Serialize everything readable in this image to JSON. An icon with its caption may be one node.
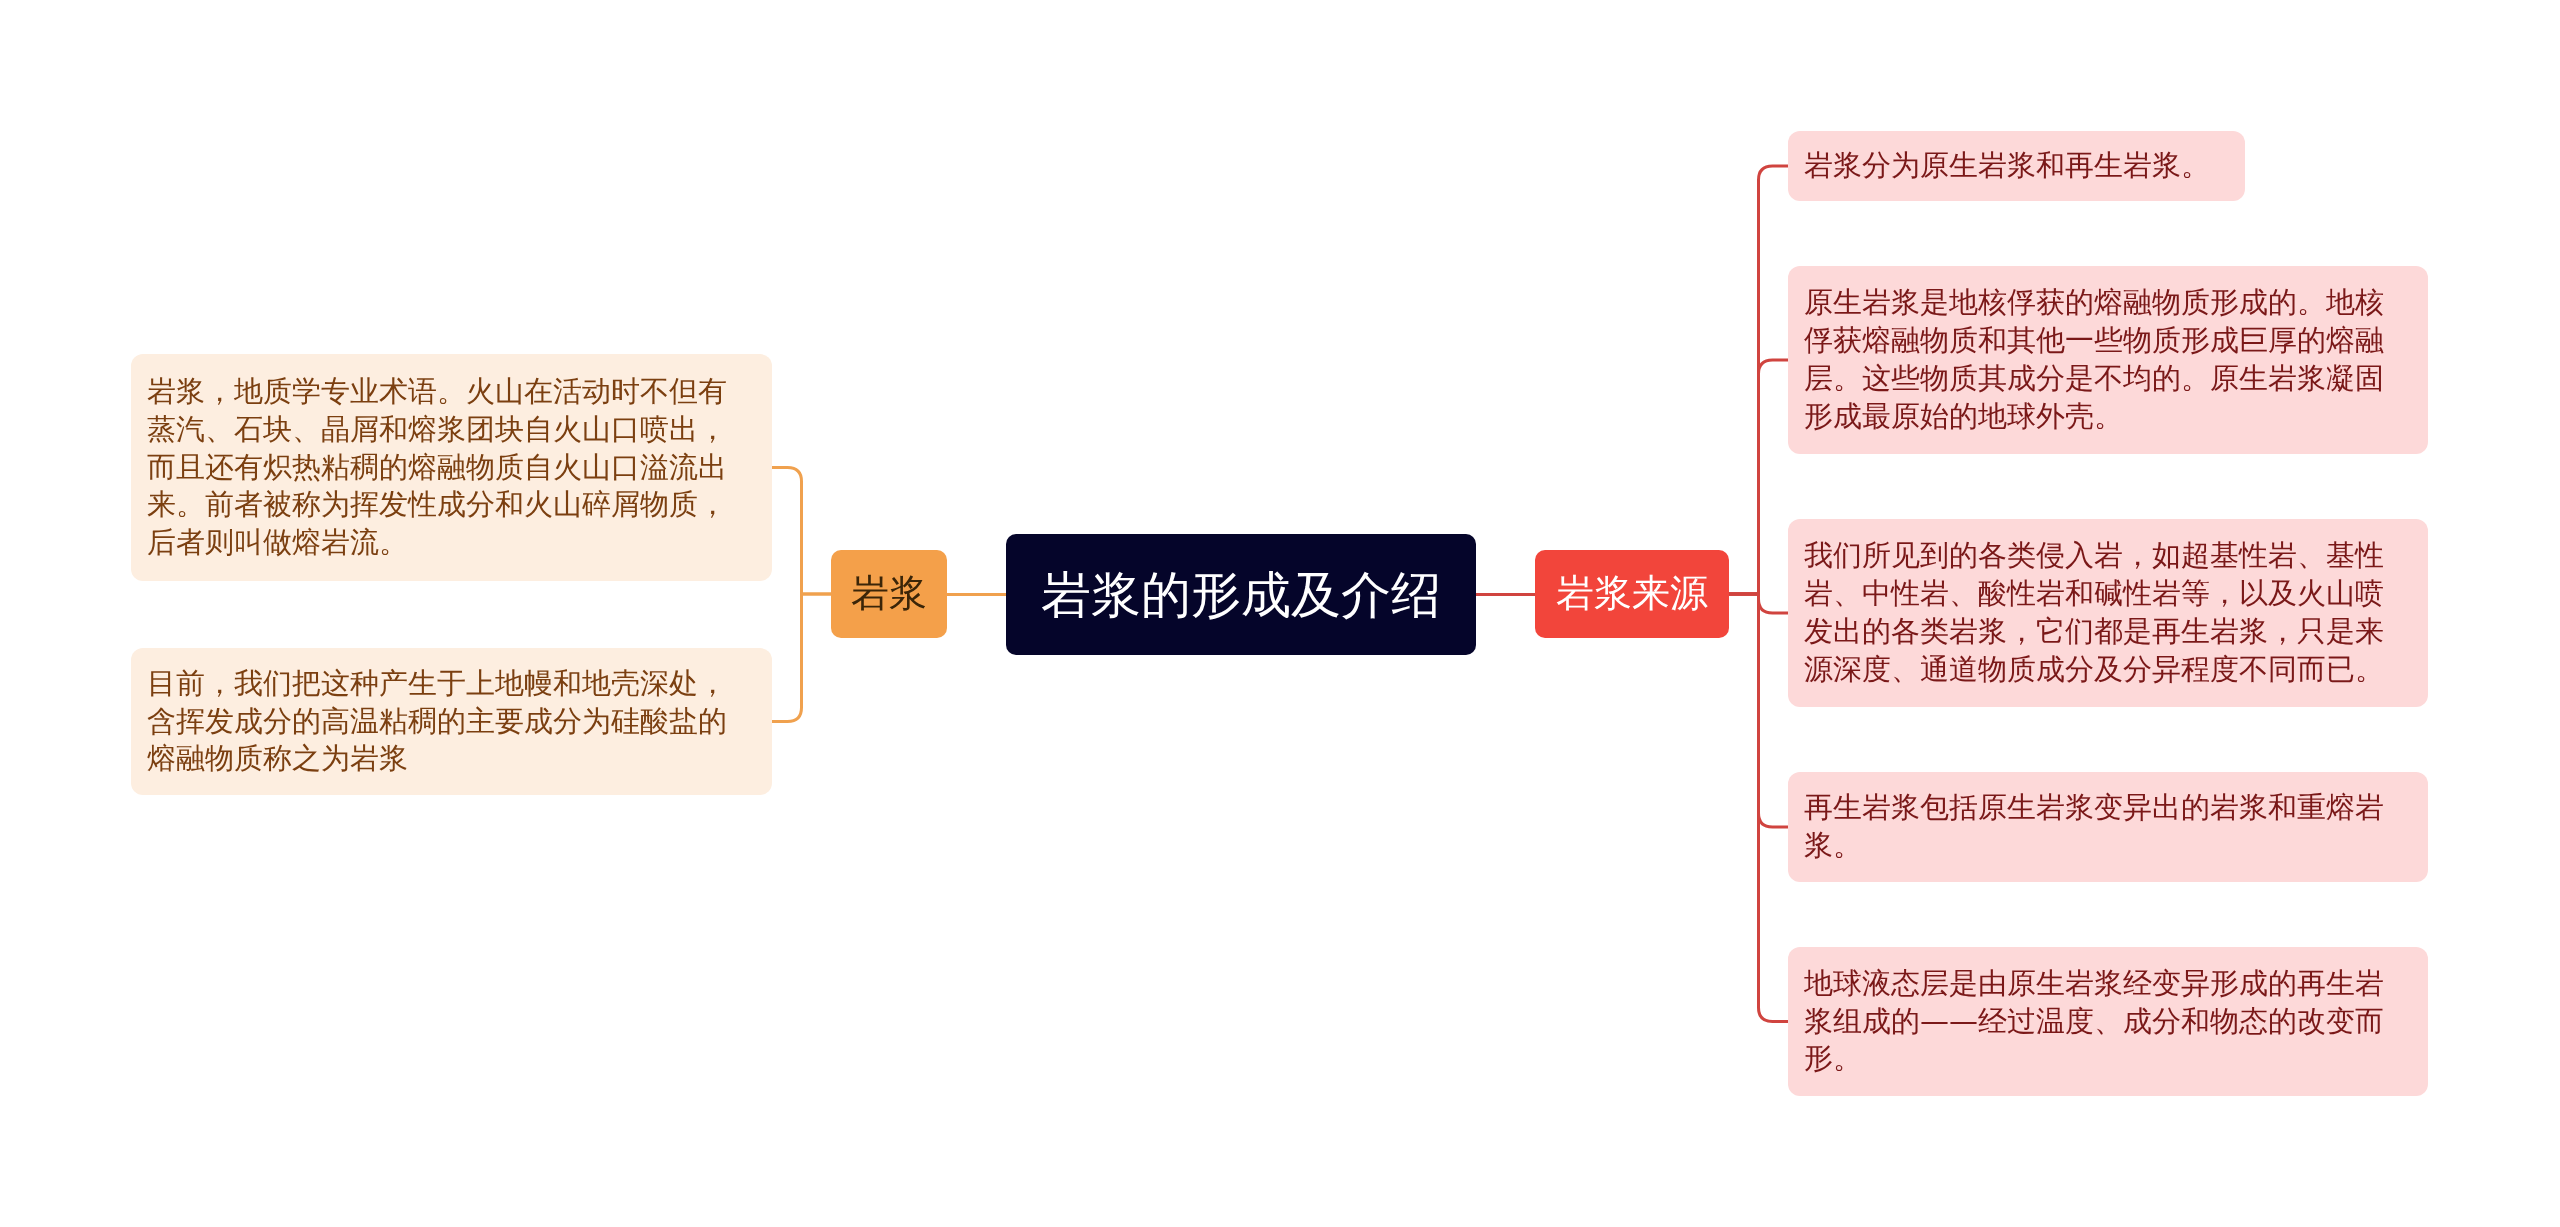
{
  "diagram": {
    "nodes": [
      {
        "text": [
          "岩浆的形成及介绍"
        ]
      },
      {
        "text": [
          "岩浆"
        ]
      },
      {
        "text": [
          "岩浆，地质学专业术语。火山在活动时不但有蒸汽、石块、晶屑和熔浆团块自火山口喷出，而且还有炽热粘稠的熔融物质自火山口溢流出来。前者被称为挥发性成分和火山碎屑物质，后者则叫做熔岩流。"
        ]
      },
      {
        "text": [
          "目前，我们把这种产生于上地幔和地壳深处，含挥发成分的高温粘稠的主要成分为硅酸盐的熔融物质称之为岩浆"
        ]
      },
      {
        "text": [
          "岩浆来源"
        ]
      },
      {
        "text": [
          "岩浆分为原生岩浆和再生岩浆。"
        ]
      },
      {
        "text": [
          "原生岩浆是地核俘获的熔融物质形成的。地核俘获熔融物质和其他一些物质形成巨厚的熔融层。这些物质其成分是不均的。原生岩浆凝固形成最原始的地球外壳。"
        ]
      },
      {
        "text": [
          "我们所见到的各类侵入岩，如超基性岩、基性岩、中性岩、酸性岩和碱性岩等，以及火山喷发出的各类岩浆，它们都是再生岩浆，只是来源深度、通道物质成分及分异程度不同而已。"
        ]
      },
      {
        "text": [
          "再生岩浆包括原生岩浆变异出的岩浆和重熔岩浆。"
        ]
      },
      {
        "text": [
          "地球液态层是由原生岩浆经变异形成的再生岩浆组成的——经过温度、成分和物态的改变而形。"
        ]
      }
    ],
    "edges": [
      {
        "from": 0,
        "to": 1,
        "arrow": "none",
        "color": "#f0a14e"
      },
      {
        "from": 1,
        "to": 2,
        "arrow": "none",
        "color": "#f0a14e"
      },
      {
        "from": 1,
        "to": 3,
        "arrow": "none",
        "color": "#f0a14e"
      },
      {
        "from": 0,
        "to": 4,
        "arrow": "none"
      },
      {
        "from": 4,
        "to": 5,
        "arrow": "none"
      },
      {
        "from": 4,
        "to": 6,
        "arrow": "none"
      },
      {
        "from": 4,
        "to": 7,
        "arrow": "none"
      },
      {
        "from": 4,
        "to": 8,
        "arrow": "none"
      },
      {
        "from": 4,
        "to": 9,
        "arrow": "none"
      }
    ]
  }
}
